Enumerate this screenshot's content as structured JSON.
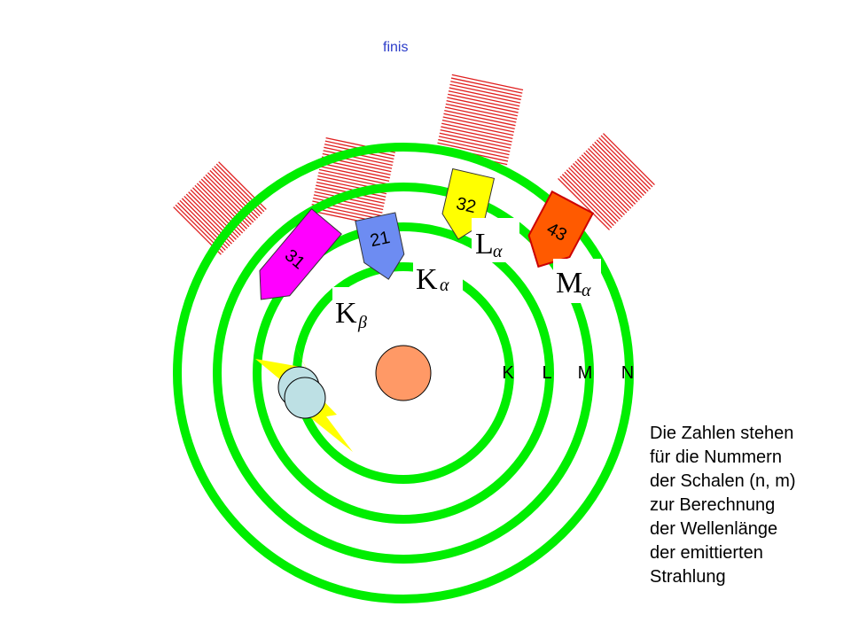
{
  "nav": {
    "finis": "finis"
  },
  "shells": [
    "K",
    "L",
    "M",
    "N"
  ],
  "transitions": [
    {
      "number": "31",
      "line_letter": "K",
      "line_sub": "β",
      "color": "#ff00ff"
    },
    {
      "number": "21",
      "line_letter": "K",
      "line_sub": "α",
      "color": "#6d8cf2"
    },
    {
      "number": "32",
      "line_letter": "L",
      "line_sub": "α",
      "color": "#ffff00"
    },
    {
      "number": "43",
      "line_letter": "M",
      "line_sub": "α",
      "color": "#ff5a00"
    }
  ],
  "caption": [
    "Die Zahlen stehen",
    "für die Nummern",
    "der Schalen (n, m)",
    "zur Berechnung",
    "der Wellenlänge",
    "der emittierten",
    "Strahlung"
  ],
  "colors": {
    "shell": "#00ee00",
    "nucleus": "#ff9966",
    "electron": "#bde0e4",
    "wave": "#e02020",
    "flash": "#ffff00"
  }
}
